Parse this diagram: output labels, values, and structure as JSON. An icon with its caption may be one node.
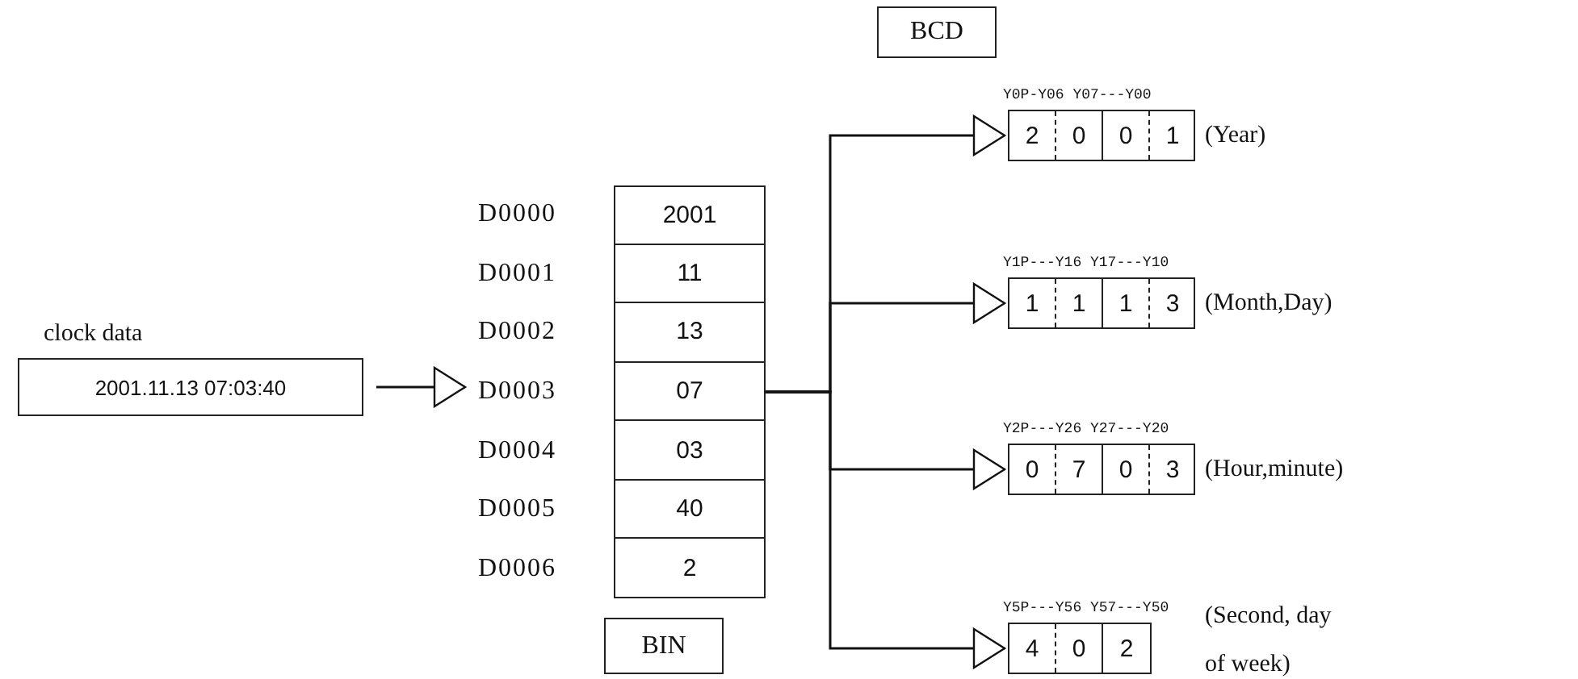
{
  "diagram": {
    "nodes": [
      {
        "text": [
          "clock data",
          "2001.11.13 07:03:40"
        ]
      },
      {
        "text": [],
        "shape": "box"
      },
      {
        "text": [
          "2001"
        ],
        "in": 1,
        "beside": [
          "D0000"
        ]
      },
      {
        "text": [
          "11"
        ],
        "in": 1,
        "beside": [
          "D0001"
        ]
      },
      {
        "text": [
          "13"
        ],
        "in": 1,
        "beside": [
          "D0002"
        ]
      },
      {
        "text": [
          "07"
        ],
        "in": 1,
        "beside": [
          "D0003"
        ]
      },
      {
        "text": [
          "03"
        ],
        "in": 1,
        "beside": [
          "D0004"
        ]
      },
      {
        "text": [
          "40"
        ],
        "in": 1,
        "beside": [
          "D0005"
        ]
      },
      {
        "text": [
          "2"
        ],
        "in": 1,
        "beside": [
          "D0006"
        ]
      },
      {
        "text": [
          "BIN"
        ]
      },
      {
        "text": [
          "BCD"
        ]
      },
      {
        "text": [
          "2",
          "0",
          "0",
          "1"
        ],
        "beside": [
          "Y0P-Y06 Y07---Y00",
          "(Year)"
        ]
      },
      {
        "text": [
          "1",
          "1",
          "1",
          "3"
        ],
        "beside": [
          "Y1P---Y16 Y17---Y10",
          "(Month,Day)"
        ]
      },
      {
        "text": [
          "0",
          "7",
          "0",
          "3"
        ],
        "beside": [
          "Y2P---Y26 Y27---Y20",
          "(Hour,minute)"
        ]
      },
      {
        "text": [
          "4",
          "0",
          "2"
        ],
        "beside": [
          "Y5P---Y56 Y57---Y50",
          "(Second, day of week)"
        ]
      }
    ],
    "edges": [
      {
        "from": 0,
        "to": 1,
        "arrow": "to"
      },
      {
        "from": 1,
        "to": 11,
        "arrow": "to"
      },
      {
        "from": 1,
        "to": 12,
        "arrow": "to"
      },
      {
        "from": 1,
        "to": 13,
        "arrow": "to"
      },
      {
        "from": 1,
        "to": 14,
        "arrow": "to"
      }
    ]
  }
}
